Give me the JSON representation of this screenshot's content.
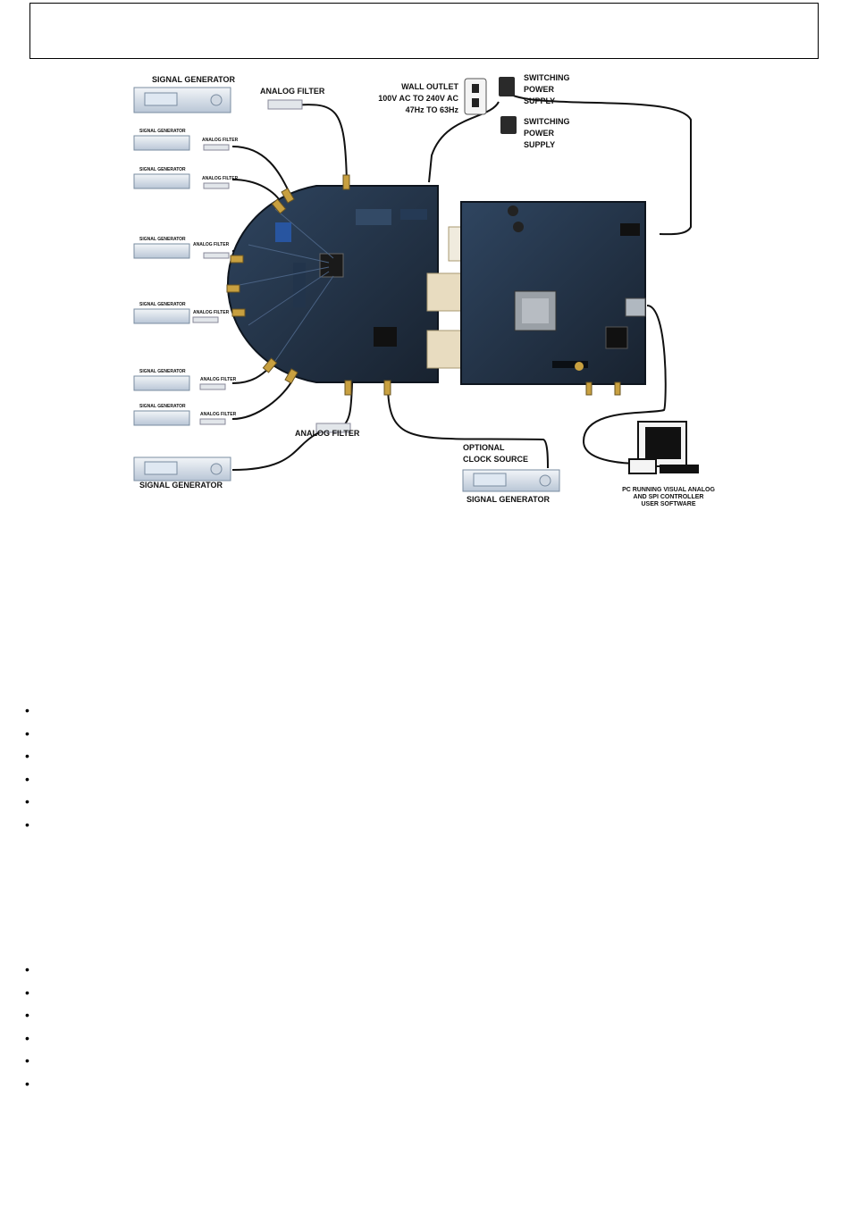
{
  "figure": {
    "labels": {
      "signal_generator_top": "SIGNAL GENERATOR",
      "analog_filter_top": "ANALOG FILTER",
      "wall_outlet_1": "WALL OUTLET",
      "wall_outlet_2": "100V AC TO 240V AC",
      "wall_outlet_3": "47Hz TO 63Hz",
      "psu1_1": "SWITCHING",
      "psu1_2": "POWER",
      "psu1_3": "SUPPLY",
      "psu2_1": "SWITCHING",
      "psu2_2": "POWER",
      "psu2_3": "SUPPLY",
      "small_gen": "SIGNAL GENERATOR",
      "small_filter": "ANALOG FILTER",
      "analog_filter_bottom": "ANALOG FILTER",
      "signal_generator_bottom": "SIGNAL GENERATOR",
      "clock_1": "OPTIONAL",
      "clock_2": "CLOCK SOURCE",
      "clock_gen": "SIGNAL GENERATOR",
      "pc_1": "PC RUNNING VISUAL ANALOG",
      "pc_2": "AND SPI CONTROLLER",
      "pc_3": "USER SOFTWARE"
    }
  },
  "list1": [
    "",
    "",
    "",
    "",
    "",
    ""
  ],
  "list2": [
    "",
    "",
    "",
    "",
    "",
    ""
  ],
  "colors": {
    "board_dark": "#1e2a3a",
    "board_blue": "#2a4468",
    "connector_gold": "#c8a040",
    "cable": "#111111"
  }
}
